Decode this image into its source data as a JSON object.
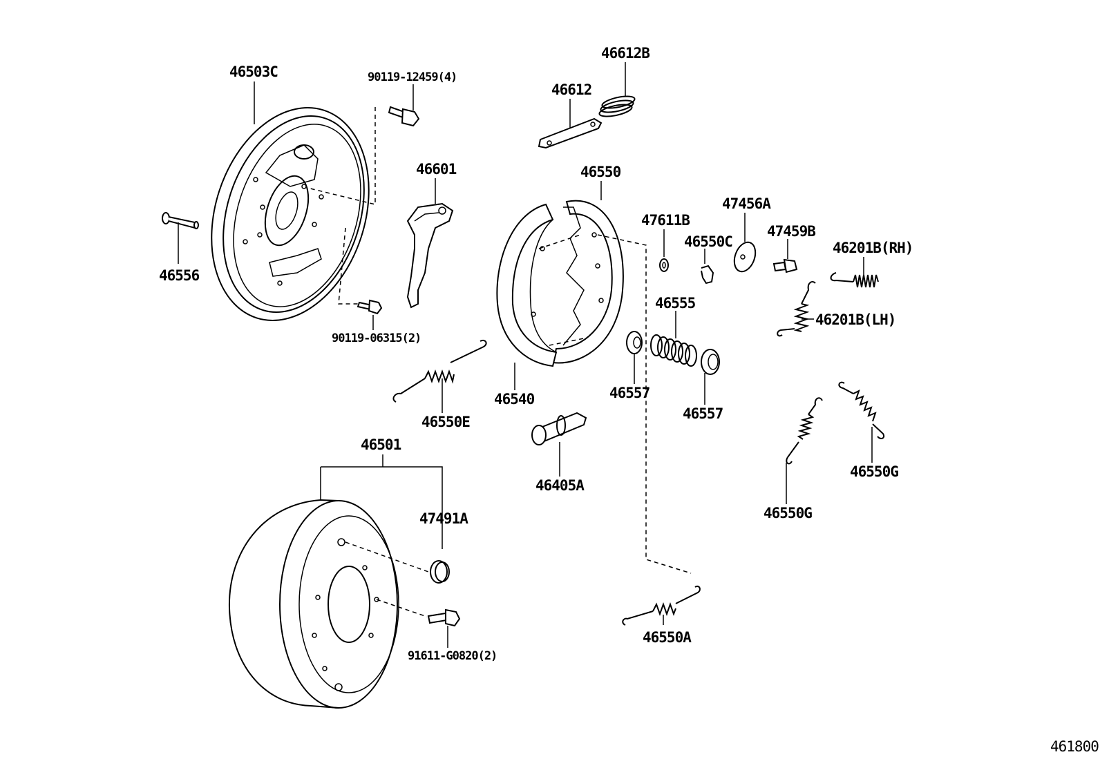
{
  "diagram_id": "461800",
  "parts": {
    "p46503C": "46503C",
    "p90119_12459": "90119-12459(4)",
    "p46556": "46556",
    "p90119_06315": "90119-06315(2)",
    "p46601": "46601",
    "p46612": "46612",
    "p46612B": "46612B",
    "p46550": "46550",
    "p46540": "46540",
    "p46550E": "46550E",
    "p46405A": "46405A",
    "p47611B": "47611B",
    "p46550C": "46550C",
    "p47456A": "47456A",
    "p47459B": "47459B",
    "p46201B_RH": "46201B(RH)",
    "p46201B_LH": "46201B(LH)",
    "p46555": "46555",
    "p46557a": "46557",
    "p46557b": "46557",
    "p46550G_a": "46550G",
    "p46550G_b": "46550G",
    "p46501": "46501",
    "p47491A": "47491A",
    "p91611": "91611-G0820(2)",
    "p46550A": "46550A"
  }
}
